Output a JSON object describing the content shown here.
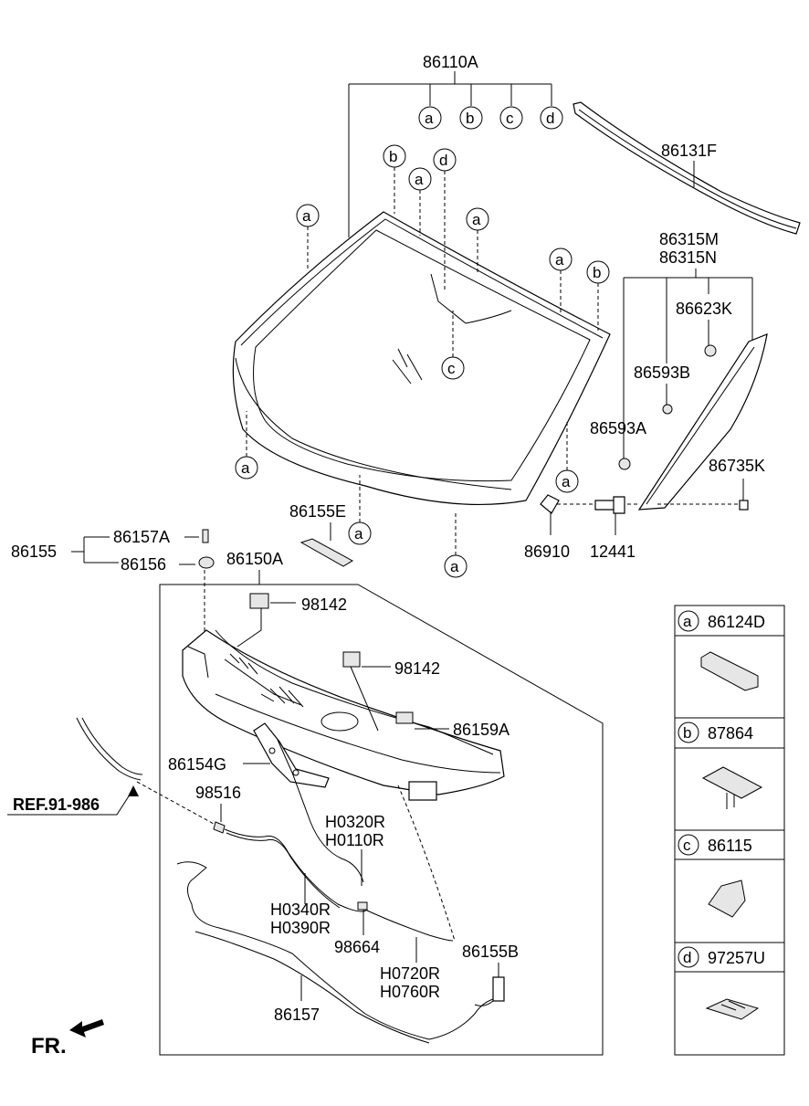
{
  "labels": {
    "kit": "86110A",
    "moulding_top": "86131F",
    "garnish_m": "86315M",
    "garnish_n": "86315N",
    "clip_k": "86623K",
    "clip_b": "86593B",
    "clip_a": "86593A",
    "seal_k": "86735K",
    "clip_910": "86910",
    "screw": "12441",
    "strip": "86155E",
    "asm": "86155",
    "nozzle_a": "86157A",
    "nozzle": "86156",
    "cowl": "86150A",
    "motor1": "98142",
    "motor2": "98142",
    "label_159": "86159A",
    "bracket": "86154G",
    "valve": "98516",
    "hose1a": "H0320R",
    "hose1b": "H0110R",
    "hose2a": "H0340R",
    "hose2b": "H0390R",
    "conn": "98664",
    "hose3a": "H0720R",
    "hose3b": "H0760R",
    "hose4": "86155B",
    "hose5": "86157",
    "ref": "REF.91-986",
    "front": "FR."
  },
  "callouts": {
    "a": "a",
    "b": "b",
    "c": "c",
    "d": "d"
  },
  "legend": [
    {
      "letter": "a",
      "part": "86124D"
    },
    {
      "letter": "b",
      "part": "87864"
    },
    {
      "letter": "c",
      "part": "86115"
    },
    {
      "letter": "d",
      "part": "97257U"
    }
  ]
}
